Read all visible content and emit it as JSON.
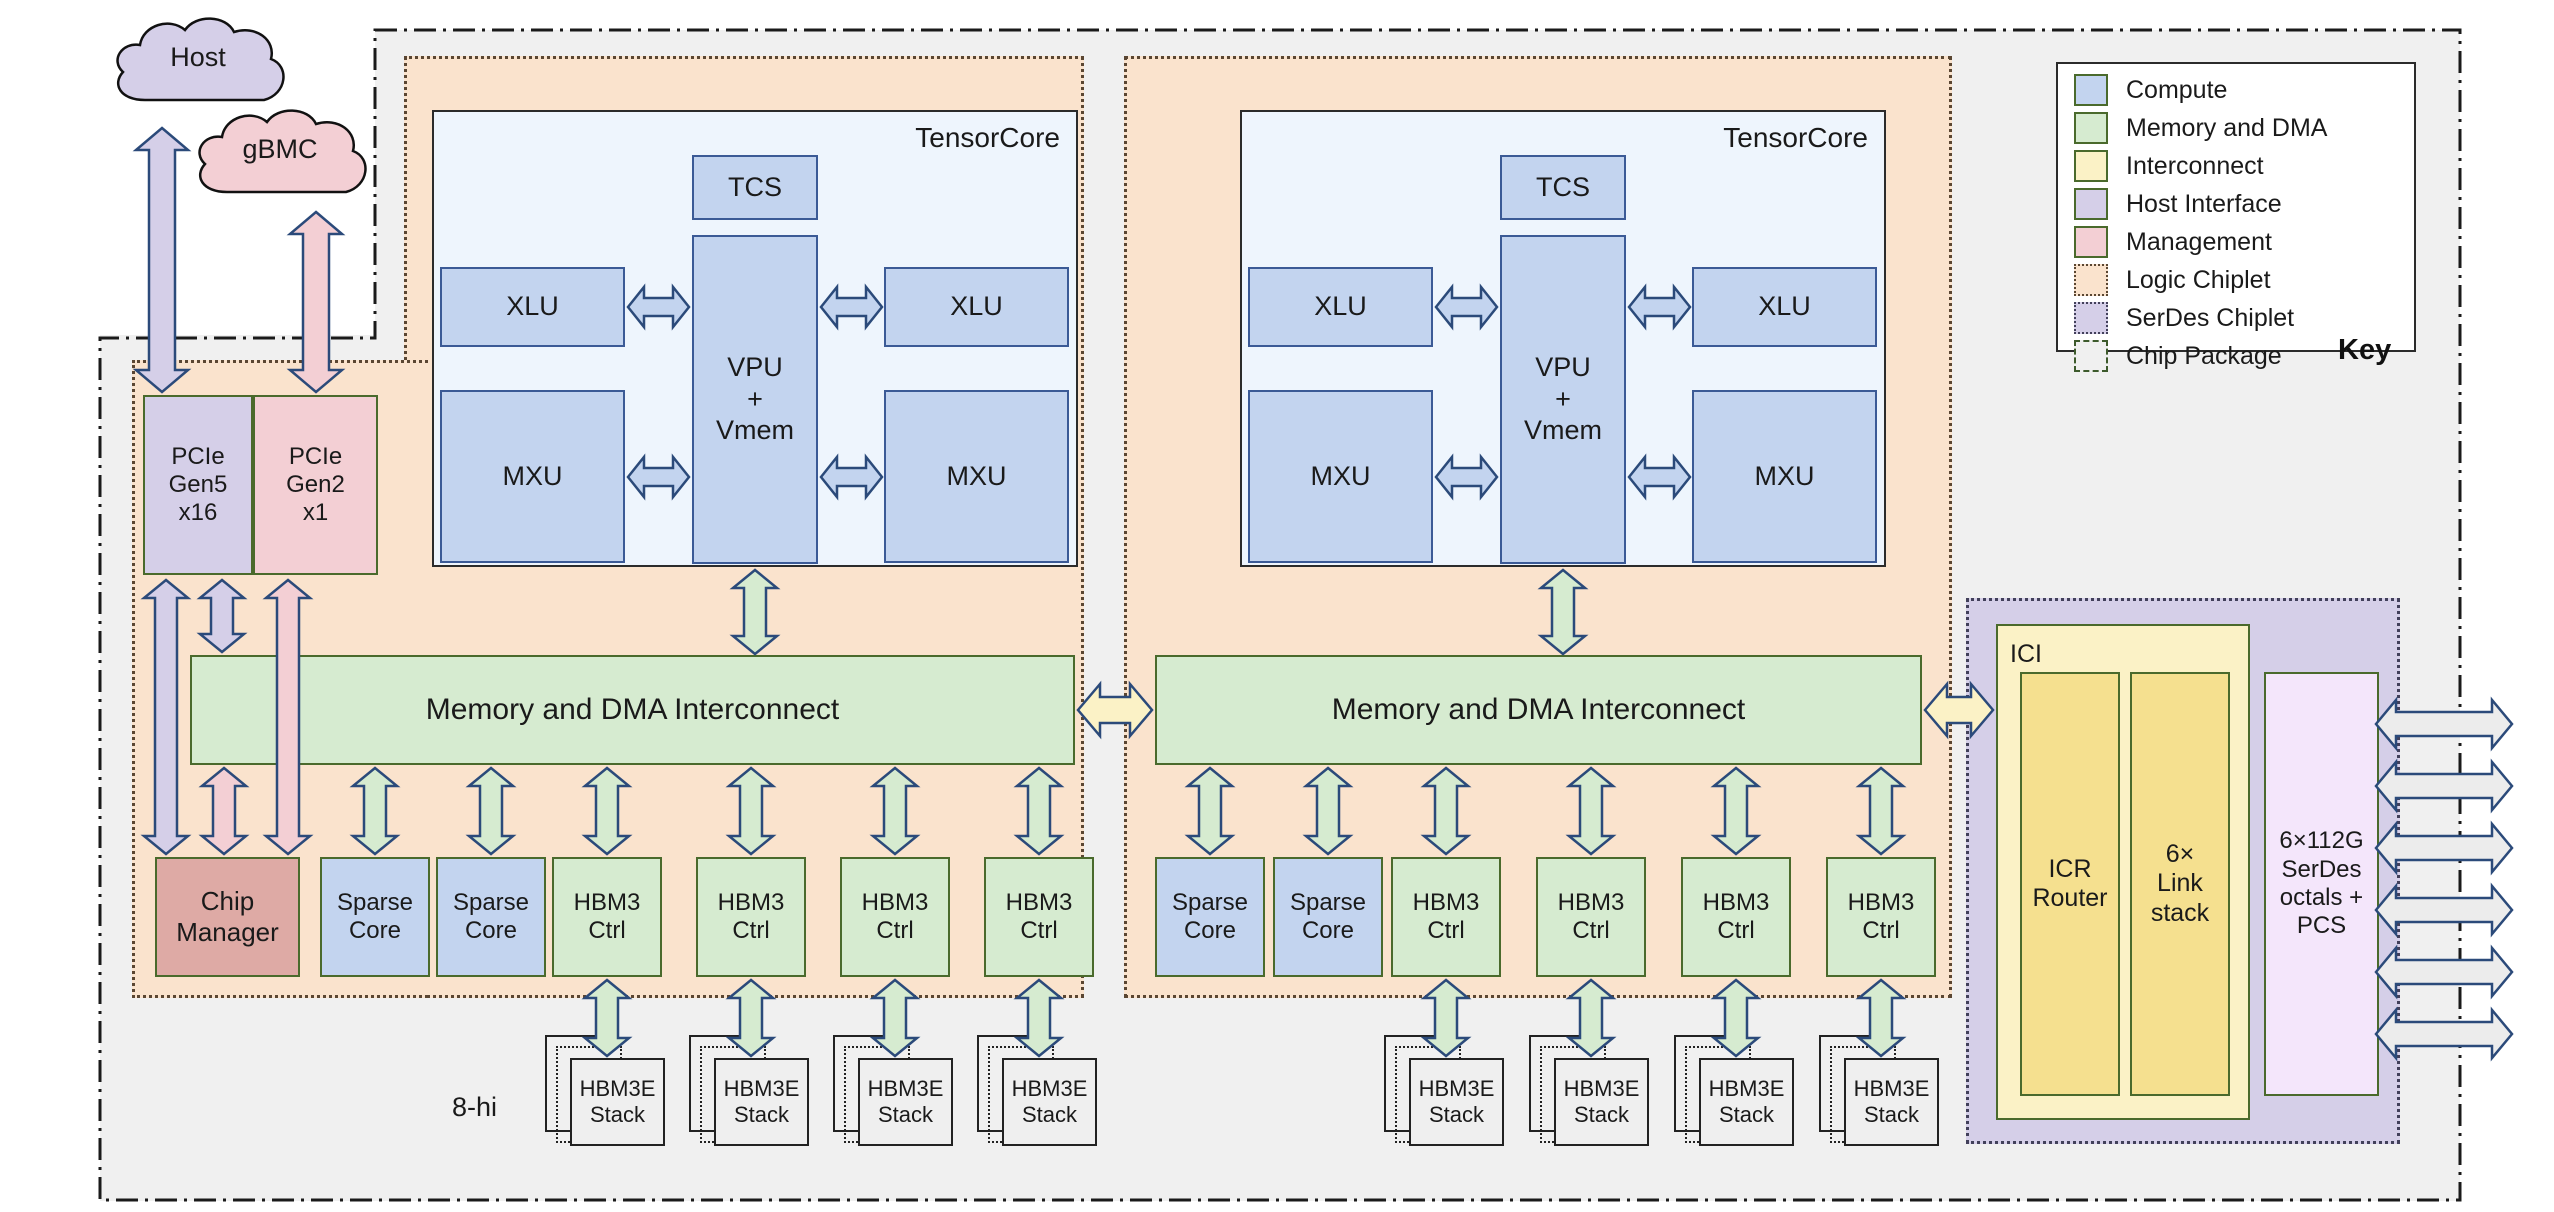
{
  "diagram": {
    "title": "TPU chip package block diagram",
    "external": {
      "host": "Host",
      "gbmc": "gBMC"
    },
    "side_label": "8-hi",
    "chiplets": [
      {
        "tensorcore_label": "TensorCore",
        "tcs": "TCS",
        "vpu": "VPU\n+\nVmem",
        "xlu_left": "XLU",
        "xlu_right": "XLU",
        "mxu_left": "MXU",
        "mxu_right": "MXU",
        "interconnect": "Memory and DMA Interconnect",
        "bottom_units": [
          {
            "label": "Sparse\nCore",
            "kind": "compute"
          },
          {
            "label": "Sparse\nCore",
            "kind": "compute"
          },
          {
            "label": "HBM3\nCtrl",
            "kind": "memory"
          },
          {
            "label": "HBM3\nCtrl",
            "kind": "memory"
          },
          {
            "label": "HBM3\nCtrl",
            "kind": "memory"
          },
          {
            "label": "HBM3\nCtrl",
            "kind": "memory"
          }
        ],
        "stacks": [
          "HBM3E\nStack",
          "HBM3E\nStack",
          "HBM3E\nStack",
          "HBM3E\nStack"
        ]
      },
      {
        "tensorcore_label": "TensorCore",
        "tcs": "TCS",
        "vpu": "VPU\n+\nVmem",
        "xlu_left": "XLU",
        "xlu_right": "XLU",
        "mxu_left": "MXU",
        "mxu_right": "MXU",
        "interconnect": "Memory and DMA Interconnect",
        "bottom_units": [
          {
            "label": "Sparse\nCore",
            "kind": "compute"
          },
          {
            "label": "Sparse\nCore",
            "kind": "compute"
          },
          {
            "label": "HBM3\nCtrl",
            "kind": "memory"
          },
          {
            "label": "HBM3\nCtrl",
            "kind": "memory"
          },
          {
            "label": "HBM3\nCtrl",
            "kind": "memory"
          },
          {
            "label": "HBM3\nCtrl",
            "kind": "memory"
          }
        ],
        "stacks": [
          "HBM3E\nStack",
          "HBM3E\nStack",
          "HBM3E\nStack",
          "HBM3E\nStack"
        ]
      }
    ],
    "host_interface": {
      "pcie_gen5": "PCIe\nGen5\nx16",
      "pcie_gen2": "PCIe\nGen2\nx1",
      "chip_manager": "Chip\nManager"
    },
    "ici": {
      "group_label": "ICI",
      "icr_router": "ICR\nRouter",
      "link_stack": "6×\nLink\nstack",
      "serdes": "6×112G\nSerDes\noctals +\nPCS",
      "external_link_count": 6
    },
    "key": {
      "title": "Key",
      "items": [
        {
          "label": "Compute",
          "color": "#c3d4ef",
          "border": "#4a6a2c",
          "style": "solid"
        },
        {
          "label": "Memory and DMA",
          "color": "#d6ebd0",
          "border": "#4a6a2c",
          "style": "solid"
        },
        {
          "label": "Interconnect",
          "color": "#fbf2c6",
          "border": "#4a6a2c",
          "style": "solid"
        },
        {
          "label": "Host Interface",
          "color": "#d5cfe8",
          "border": "#4a6a2c",
          "style": "solid"
        },
        {
          "label": "Management",
          "color": "#f3cfd4",
          "border": "#4a6a2c",
          "style": "solid"
        },
        {
          "label": "Logic Chiplet",
          "color": "#fae3cd",
          "border": "#5a4632",
          "style": "dotted"
        },
        {
          "label": "SerDes Chiplet",
          "color": "#d5cfe8",
          "border": "#42405a",
          "style": "dotted"
        },
        {
          "label": "Chip Package",
          "color": "#f0f0f0",
          "border": "#3d5a2c",
          "style": "dashed"
        }
      ]
    },
    "colors": {
      "compute": "#c3d4ef",
      "memory": "#d6ebd0",
      "interconnect": "#fbf2c6",
      "host_interface": "#d5cfe8",
      "management": "#f3cfd4",
      "logic_chiplet": "#fae3cd",
      "serdes_chiplet": "#d5cfe8",
      "chip_package": "#f0f0f0",
      "arrow_stroke": "#2b4a7a"
    }
  }
}
